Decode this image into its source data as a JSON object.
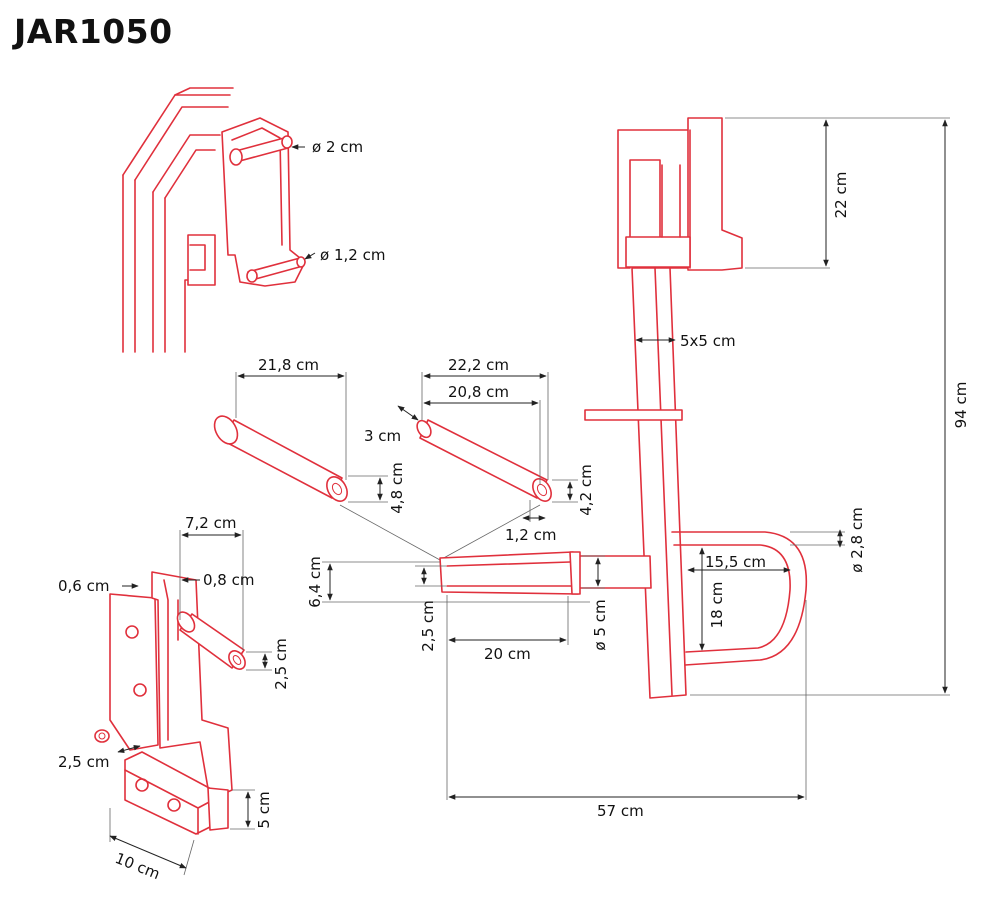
{
  "title": "JAR1050",
  "labels": {
    "pin_d2": "ø 2 cm",
    "pin_d12": "ø 1,2 cm",
    "h22": "22 cm",
    "h94": "94 cm",
    "tube5x5": "5x5 cm",
    "w218": "21,8 cm",
    "w222": "22,2 cm",
    "w208": "20,8 cm",
    "d3": "3 cm",
    "d48": "4,8 cm",
    "d42": "4,2 cm",
    "d12b": "1,2 cm",
    "w72": "7,2 cm",
    "t06": "0,6 cm",
    "t08": "0,8 cm",
    "d64": "6,4 cm",
    "d25a": "2,5 cm",
    "l20": "20 cm",
    "d5": "ø 5 cm",
    "d28": "ø 2,8 cm",
    "w155": "15,5 cm",
    "h18": "18 cm",
    "d25b": "2,5 cm",
    "d25c": "2,5 cm",
    "h5": "5 cm",
    "w10": "10 cm",
    "w57": "57 cm"
  },
  "colors": {
    "line": "#e0303c",
    "dimension": "#222222"
  }
}
